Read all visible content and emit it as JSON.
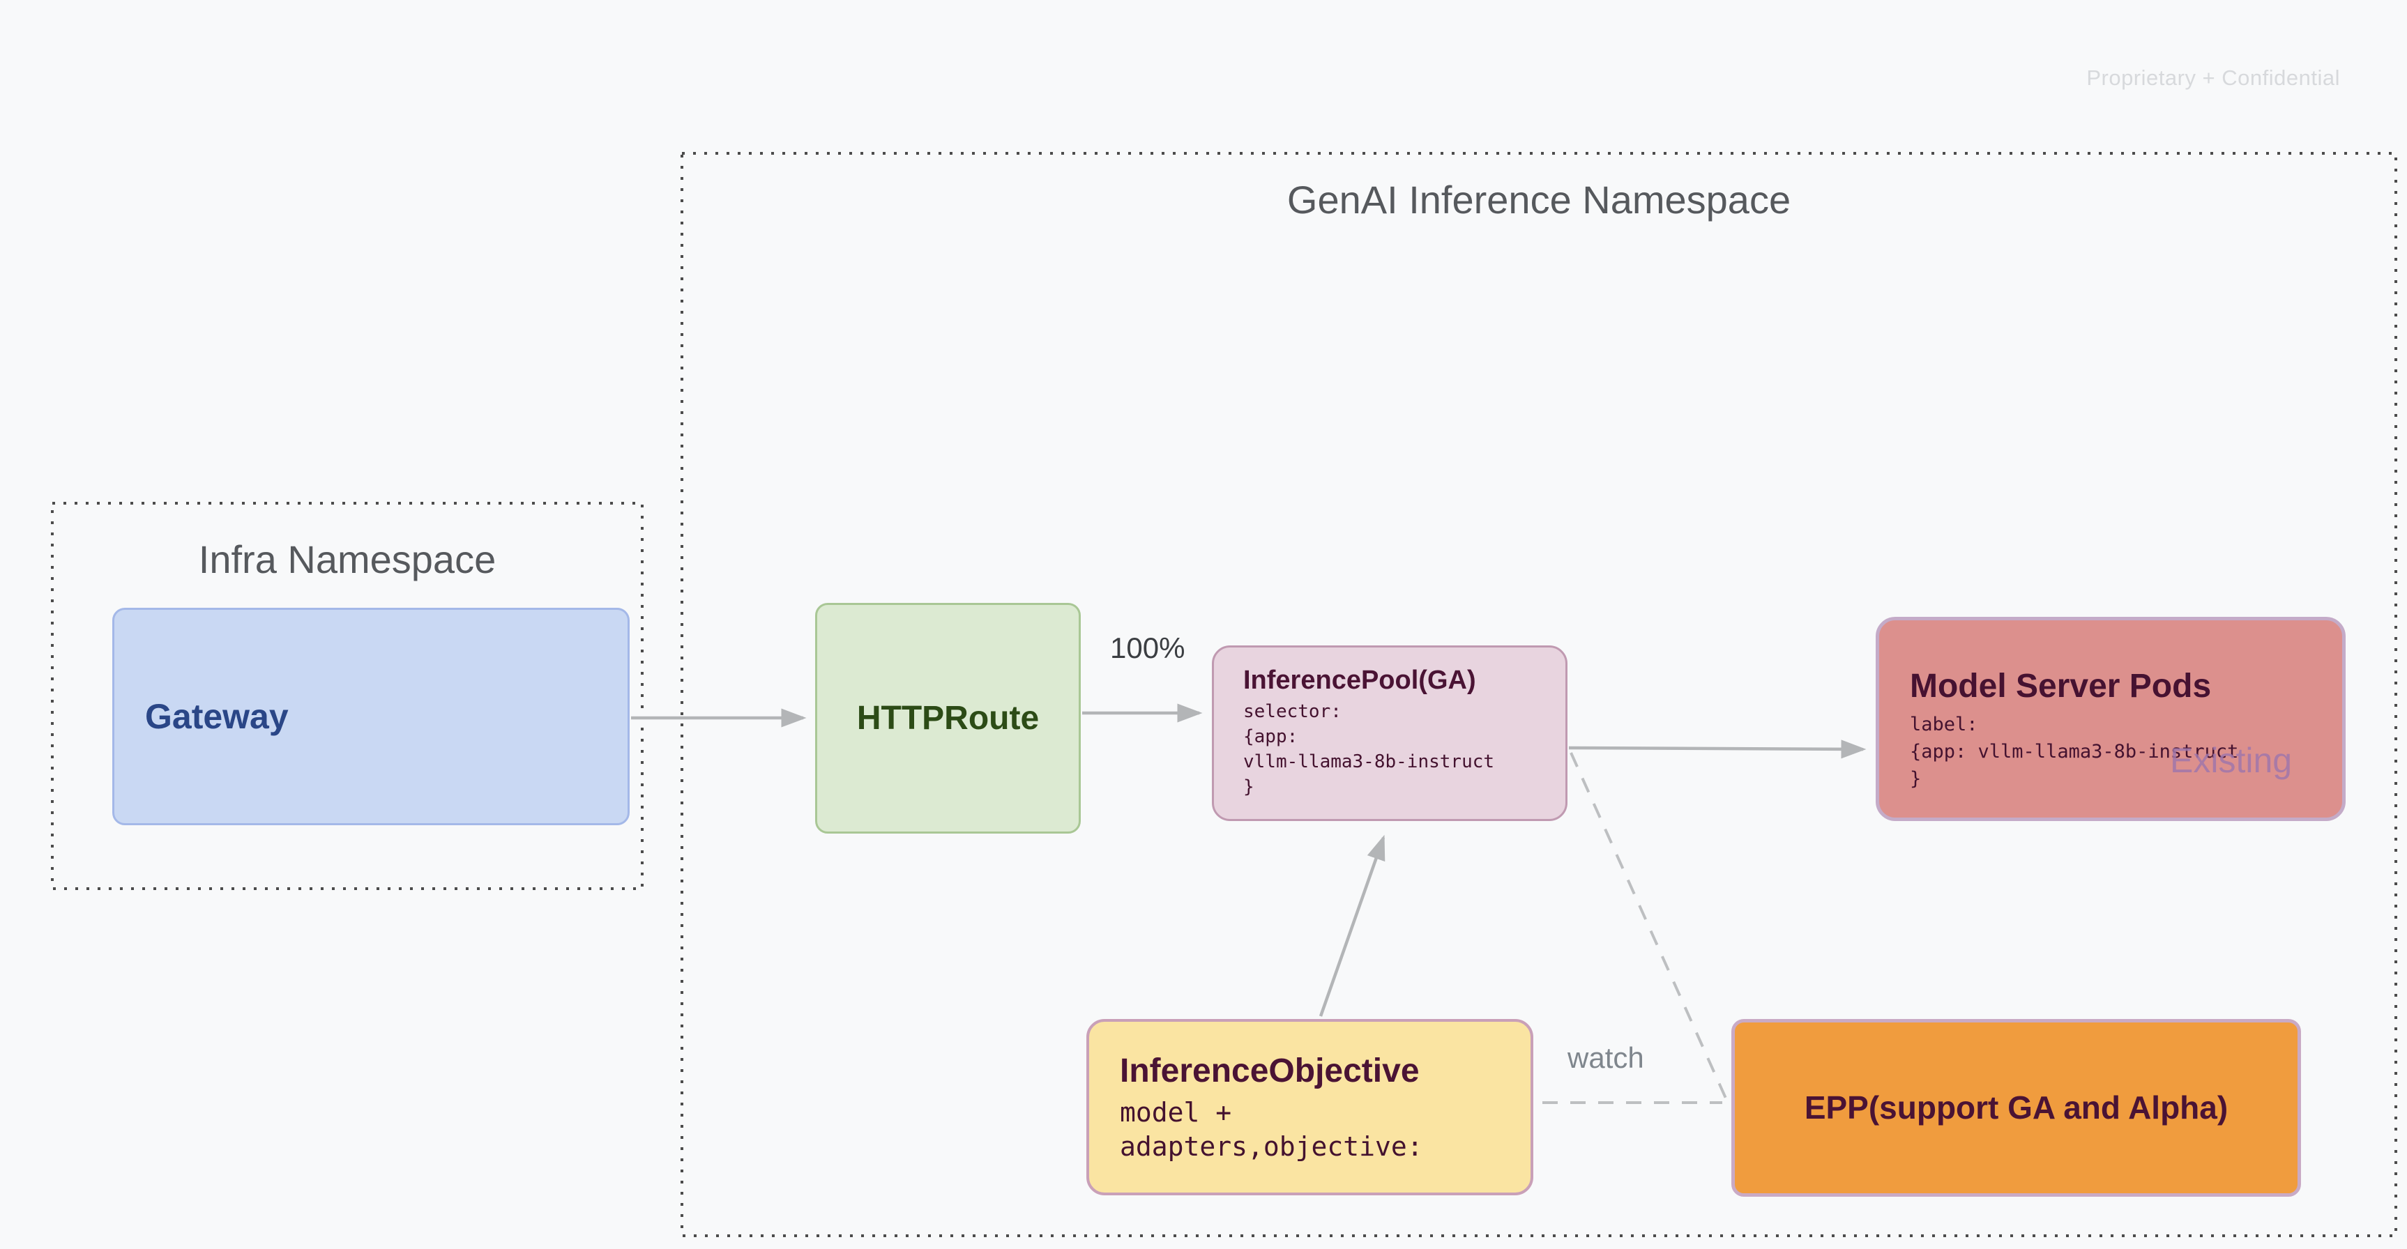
{
  "page": {
    "confidential_label": "Proprietary + Confidential"
  },
  "namespaces": {
    "infra": {
      "title": "Infra Namespace"
    },
    "genai": {
      "title": "GenAI Inference Namespace"
    }
  },
  "nodes": {
    "gateway": {
      "title": "Gateway"
    },
    "httproute": {
      "title": "HTTPRoute"
    },
    "inference_pool": {
      "title": "InferencePool(GA)",
      "body": "selector:\n{app:\nvllm-llama3-8b-instruct\n}"
    },
    "model_server_pods": {
      "title": "Model Server Pods",
      "body": "label:\n{app: vllm-llama3-8b-instruct\n}",
      "status_tag": "Existing"
    },
    "inference_objective": {
      "title": "InferenceObjective",
      "body": "model +\nadapters,objective:"
    },
    "epp": {
      "title": "EPP(support GA and Alpha)"
    }
  },
  "edges": [
    {
      "from": "Gateway",
      "to": "HTTPRoute",
      "style": "solid_arrow",
      "label": ""
    },
    {
      "from": "HTTPRoute",
      "to": "InferencePool(GA)",
      "style": "solid_arrow",
      "label": "100%"
    },
    {
      "from": "InferencePool(GA)",
      "to": "Model Server Pods",
      "style": "solid_arrow",
      "label": ""
    },
    {
      "from": "InferenceObjective",
      "to": "InferencePool(GA)",
      "style": "solid_arrow",
      "label": ""
    },
    {
      "from": "InferencePool(GA)",
      "to": "EPP(support GA and Alpha)",
      "style": "dashed",
      "label": ""
    },
    {
      "from": "InferenceObjective",
      "to": "EPP(support GA and Alpha)",
      "style": "dashed",
      "label": "watch"
    }
  ],
  "colors": {
    "background": "#f8f9fa",
    "namespace_border": "#4b4b4b",
    "namespace_title": "#56595d",
    "gateway_fill": "#c9d8f3",
    "gateway_border": "#a4b8e8",
    "gateway_text": "#2a4687",
    "httproute_fill": "#dcead2",
    "httproute_border": "#a9c795",
    "httproute_text": "#2c4b16",
    "inference_pool_fill": "#e8d4df",
    "inference_pool_border": "#c09ab1",
    "model_server_pods_fill": "#dc908d",
    "model_server_pods_border": "#c4abc8",
    "inference_objective_fill": "#fae4a2",
    "inference_objective_border": "#c9a0b8",
    "epp_fill": "#f09c3e",
    "epp_border": "#c9aac5",
    "node_dark_text": "#4a1334",
    "connector_gray": "#b3b5b7",
    "existing_text": "#a177ab",
    "confidential_text": "#d7d9dc"
  }
}
